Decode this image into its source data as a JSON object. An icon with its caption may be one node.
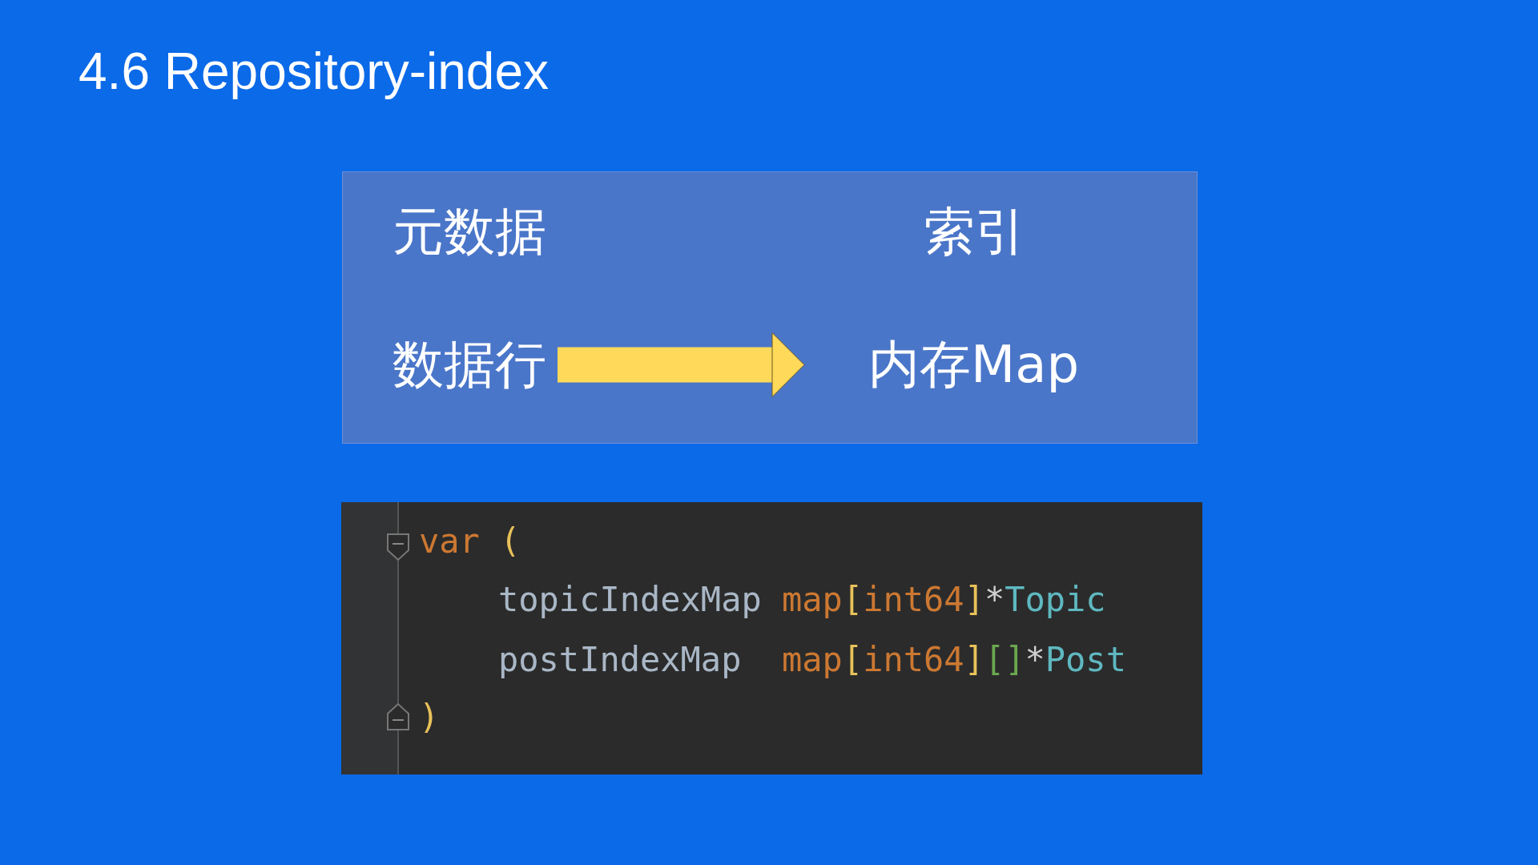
{
  "diagram": {
    "title": "4.6 Repository-index",
    "nodes": [
      {
        "text": [
          "元数据"
        ]
      },
      {
        "text": [
          "索引"
        ]
      },
      {
        "text": [
          "数据行"
        ]
      },
      {
        "text": [
          "内存Map"
        ]
      }
    ],
    "edges": [
      {
        "from": 2,
        "to": 3,
        "arrow": "to"
      }
    ],
    "labels": [
      "var (",
      "topicIndexMap map[int64]*Topic",
      "postIndexMap  map[int64][]*Post",
      ")"
    ]
  }
}
